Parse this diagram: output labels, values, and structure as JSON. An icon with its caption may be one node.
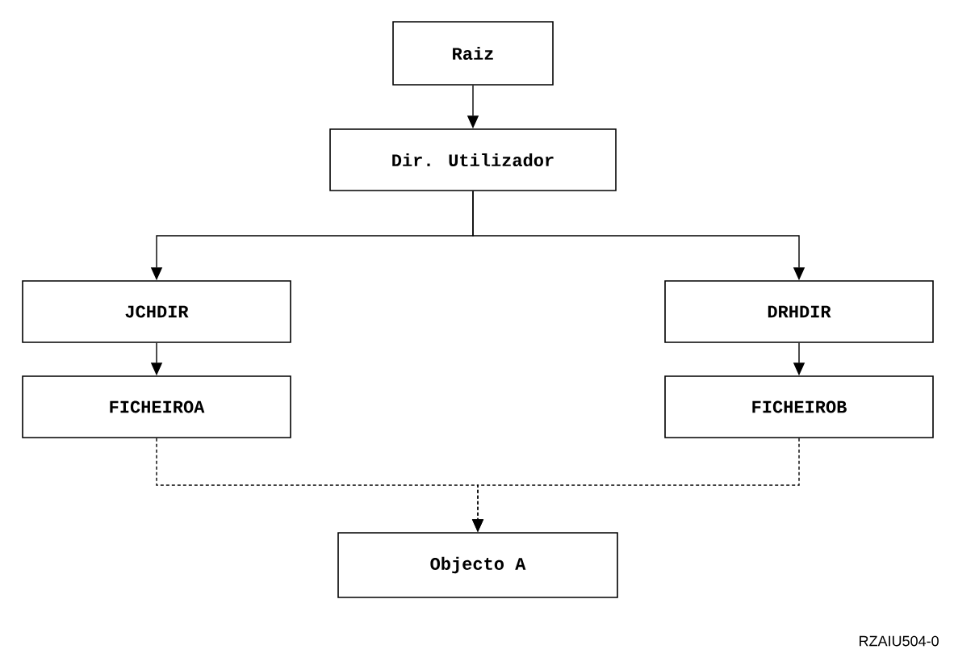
{
  "diagram": {
    "nodes": [
      {
        "text": [
          "Raiz"
        ]
      },
      {
        "text": [
          "Dir. Utilizador"
        ]
      },
      {
        "text": [
          "JCHDIR"
        ]
      },
      {
        "text": [
          "DRHDIR"
        ]
      },
      {
        "text": [
          "FICHEIROA"
        ]
      },
      {
        "text": [
          "FICHEIROB"
        ]
      },
      {
        "text": [
          "Objecto A"
        ]
      }
    ],
    "edges": [
      {
        "from": 0,
        "to": 1,
        "arrow": "to"
      },
      {
        "from": 1,
        "to": 2,
        "arrow": "to"
      },
      {
        "from": 1,
        "to": 3,
        "arrow": "to"
      },
      {
        "from": 2,
        "to": 4,
        "arrow": "to"
      },
      {
        "from": 3,
        "to": 5,
        "arrow": "to"
      },
      {
        "from": 4,
        "to": 6,
        "arrow": "to",
        "style": "dashed"
      },
      {
        "from": 5,
        "to": 6,
        "arrow": "to",
        "style": "dashed"
      }
    ],
    "labels": [
      "RZAIU504-0"
    ]
  }
}
